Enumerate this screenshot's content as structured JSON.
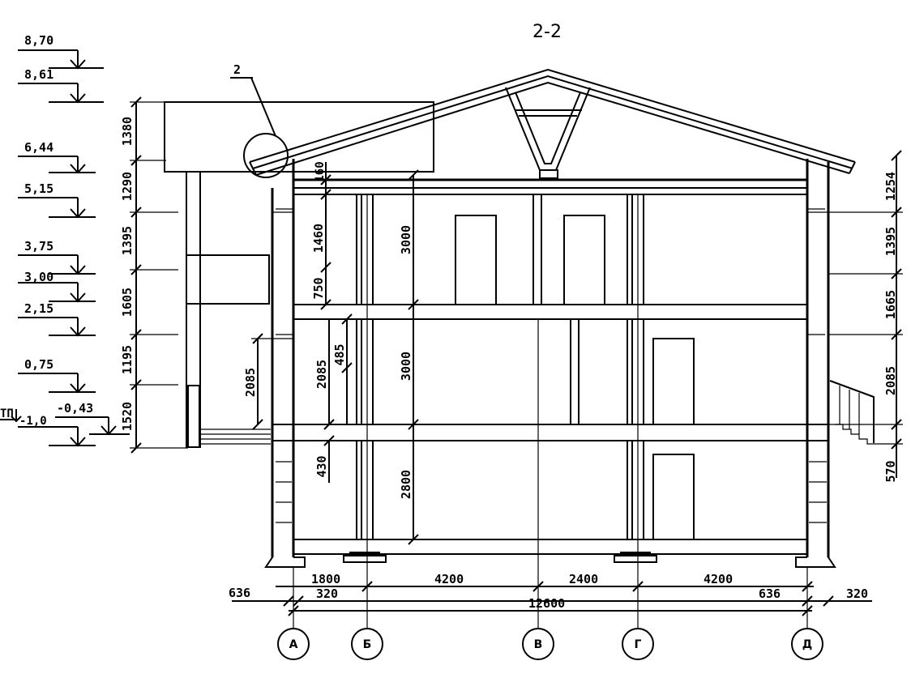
{
  "title": "2-2",
  "detail_marker": "2",
  "marker_label": "ТП",
  "elevations": [
    "8,70",
    "8,61",
    "6,44",
    "5,15",
    "3,75",
    "3,00",
    "2,15",
    "0,75",
    "-0,43",
    "-1,0"
  ],
  "left_dims": [
    "1380",
    "1290",
    "1395",
    "1605",
    "1195",
    "1520"
  ],
  "right_dims": [
    "1254",
    "1395",
    "1665",
    "2085",
    "570"
  ],
  "inner_dims": [
    "160",
    "1460",
    "750",
    "485",
    "2085",
    "2085",
    "430",
    "3000",
    "3000",
    "2800"
  ],
  "bottom_dims": [
    "636",
    "1800",
    "320",
    "4200",
    "2400",
    "4200",
    "636",
    "320",
    "12600"
  ],
  "axes": [
    "А",
    "Б",
    "В",
    "Г",
    "Д"
  ]
}
